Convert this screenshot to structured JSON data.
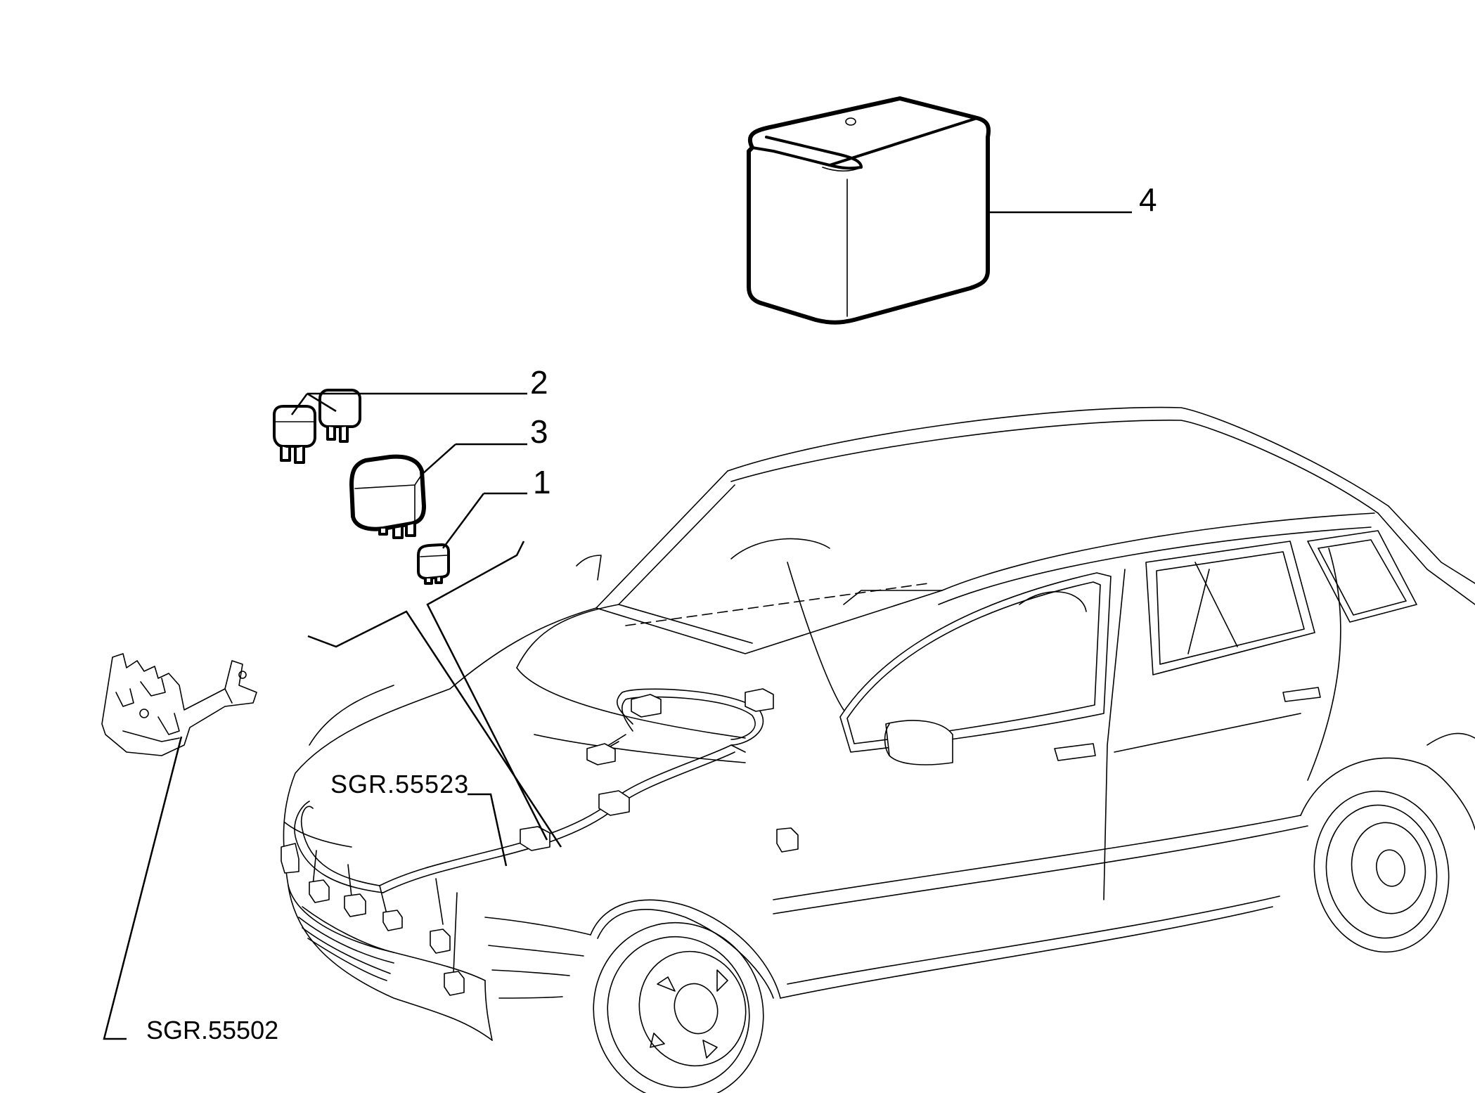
{
  "callouts": {
    "c1": "1",
    "c2": "2",
    "c3": "3",
    "c4": "4"
  },
  "references": {
    "ref_front": "SGR.55523",
    "ref_bracket": "SGR.55502"
  }
}
